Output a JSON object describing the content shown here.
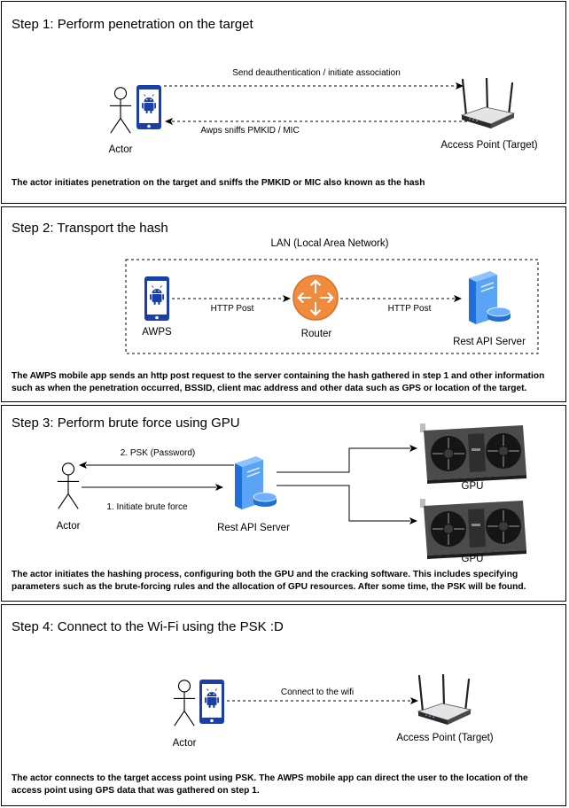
{
  "step1": {
    "title": "Step 1: Perform penetration on the target",
    "actor_label": "Actor",
    "ap_label": "Access Point (Target)",
    "arrow_top_label": "Send deauthentication / initiate association",
    "arrow_bottom_label": "Awps sniffs PMKID / MIC",
    "description": "The actor initiates penetration on the target and sniffs the PMKID or MIC also known as the hash"
  },
  "step2": {
    "title": "Step 2: Transport the hash",
    "lan_label": "LAN (Local Area Network)",
    "awps_label": "AWPS",
    "router_label": "Router",
    "server_label": "Rest API Server",
    "arrow1_label": "HTTP Post",
    "arrow2_label": "HTTP Post",
    "description": "The AWPS mobile app sends an http post request to the server containing the hash gathered in step 1 and other information such as when the penetration occurred, BSSID, client mac address and other data such as GPS or location of the target."
  },
  "step3": {
    "title": "Step 3: Perform brute force using GPU",
    "actor_label": "Actor",
    "server_label": "Rest API Server",
    "gpu1_label": "GPU",
    "gpu2_label": "GPU",
    "psk_arrow_label": "2. PSK (Password)",
    "brute_arrow_label": "1. Initiate brute force",
    "description": "The actor initiates the hashing process, configuring both the GPU and the cracking software. This includes specifying parameters such as the brute-forcing rules and the allocation of GPU resources. After some time, the PSK will be found."
  },
  "step4": {
    "title": "Step 4: Connect to the Wi-Fi using the PSK :D",
    "actor_label": "Actor",
    "ap_label": "Access Point (Target)",
    "arrow_label": "Connect to the wifi",
    "description": "The actor connects to the target access point using PSK. The AWPS mobile app can direct the user to the location of the access point using GPS data that was gathered on step 1."
  },
  "colors": {
    "phone": "#1a3fa8",
    "router": "#f08a3c",
    "server": "#1e6fd8"
  },
  "icons": [
    "stick-figure-icon",
    "android-phone-icon",
    "wifi-access-point-icon",
    "router-icon",
    "server-icon",
    "gpu-icon"
  ]
}
